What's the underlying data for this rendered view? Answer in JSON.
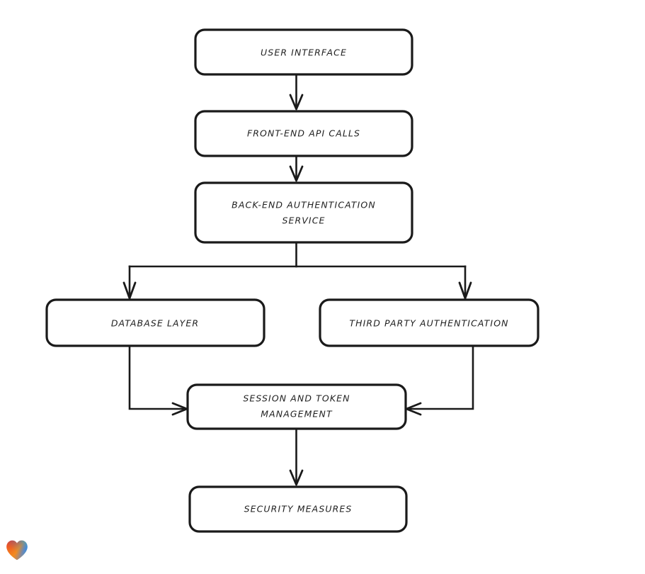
{
  "diagram": {
    "type": "flowchart",
    "orientation": "top-down",
    "background_color": "#ffffff",
    "stroke_color": "#1a1a1a",
    "node_fill": "#ffffff",
    "nodes": [
      {
        "id": "user-interface",
        "label": "USER INTERFACE",
        "lines": [
          "USER INTERFACE"
        ]
      },
      {
        "id": "front-end-api-calls",
        "label": "FRONT-END API CALLS",
        "lines": [
          "FRONT-END API CALLS"
        ]
      },
      {
        "id": "back-end-auth-service",
        "label": "BACK-END AUTHENTICATION SERVICE",
        "lines": [
          "BACK-END AUTHENTICATION",
          "SERVICE"
        ]
      },
      {
        "id": "database-layer",
        "label": "DATABASE LAYER",
        "lines": [
          "DATABASE LAYER"
        ]
      },
      {
        "id": "third-party-auth",
        "label": "THIRD PARTY AUTHENTICATION",
        "lines": [
          "THIRD PARTY AUTHENTICATION"
        ]
      },
      {
        "id": "session-token-mgmt",
        "label": "SESSION AND TOKEN MANAGEMENT",
        "lines": [
          "SESSION AND TOKEN",
          "MANAGEMENT"
        ]
      },
      {
        "id": "security-measures",
        "label": "SECURITY MEASURES",
        "lines": [
          "SECURITY MEASURES"
        ]
      }
    ],
    "edges": [
      {
        "from": "user-interface",
        "to": "front-end-api-calls",
        "style": "arrow-down"
      },
      {
        "from": "front-end-api-calls",
        "to": "back-end-auth-service",
        "style": "arrow-down"
      },
      {
        "from": "back-end-auth-service",
        "to": "database-layer",
        "style": "fork-left-down"
      },
      {
        "from": "back-end-auth-service",
        "to": "third-party-auth",
        "style": "fork-right-down"
      },
      {
        "from": "database-layer",
        "to": "session-token-mgmt",
        "style": "elbow-into-left"
      },
      {
        "from": "third-party-auth",
        "to": "session-token-mgmt",
        "style": "elbow-into-right"
      },
      {
        "from": "session-token-mgmt",
        "to": "security-measures",
        "style": "arrow-down"
      }
    ]
  },
  "decoration": {
    "heart_icon": {
      "name": "heart-icon",
      "colors": {
        "red": "#e8302a",
        "orange": "#f6911e",
        "blue": "#2f7fd6",
        "teal": "#2aa8de"
      }
    }
  }
}
